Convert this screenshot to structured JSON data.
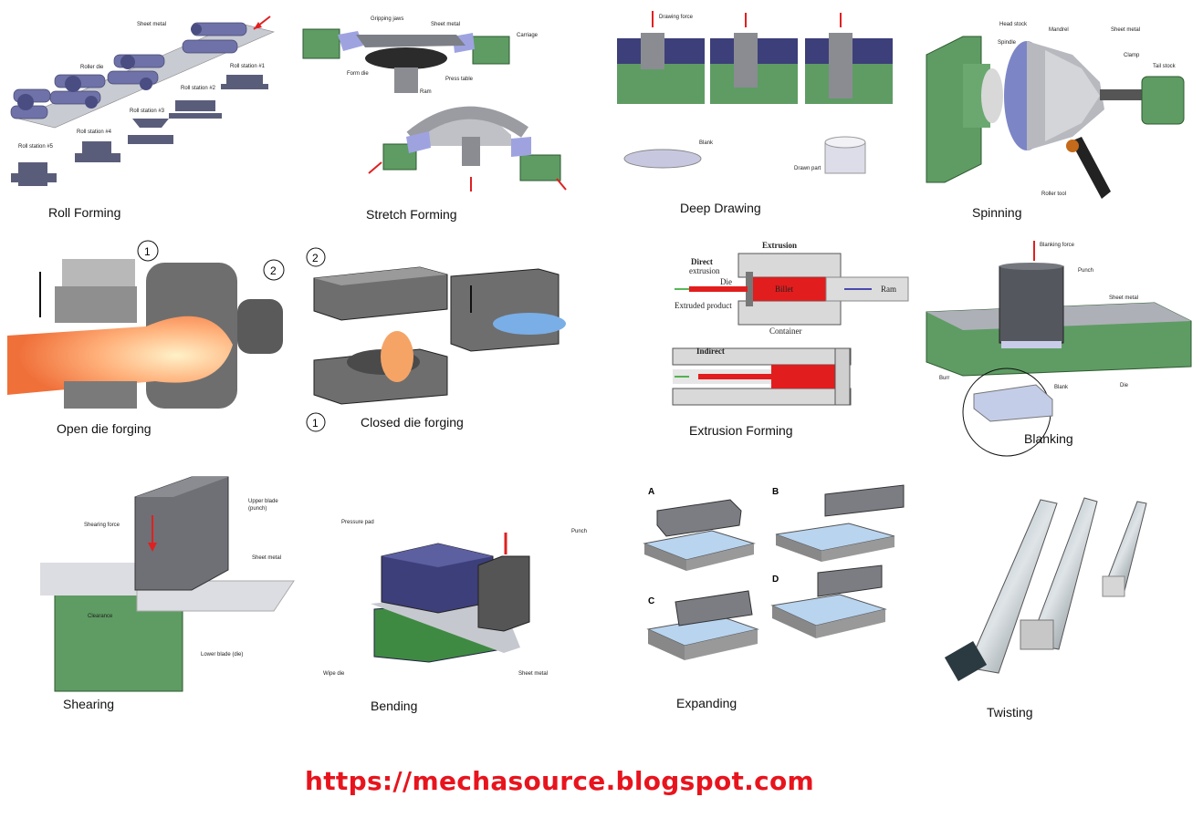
{
  "panels": {
    "roll_forming": {
      "caption": "Roll Forming",
      "labels": {
        "sheet_metal": "Sheet metal",
        "roller_die": "Roller die",
        "st1": "Roll station #1",
        "st2": "Roll station #2",
        "st3": "Roll station #3",
        "st4": "Roll station #4",
        "st5": "Roll station #5"
      }
    },
    "stretch_forming": {
      "caption": "Stretch Forming",
      "labels": {
        "gripping_jaws": "Gripping jaws",
        "sheet_metal": "Sheet metal",
        "carriage": "Carriage",
        "form_die": "Form die",
        "press_table": "Press table",
        "ram": "Ram"
      }
    },
    "deep_drawing": {
      "caption": "Deep Drawing",
      "labels": {
        "drawing_force": "Drawing force",
        "blank": "Blank",
        "drawn_part": "Drawn part"
      }
    },
    "spinning": {
      "caption": "Spinning",
      "labels": {
        "head_stock": "Head stock",
        "mandrel": "Mandrel",
        "sheet_metal": "Sheet metal",
        "spindle": "Spindle",
        "clamp": "Clamp",
        "tail_stock": "Tail stock",
        "roller_tool": "Roller tool"
      }
    },
    "open_die_forging": {
      "caption": "Open die forging",
      "labels": {
        "n1": "1",
        "n2": "2"
      }
    },
    "closed_die_forging": {
      "caption": "Closed die forging",
      "labels": {
        "n1": "1",
        "n2": "2"
      }
    },
    "extrusion_forming": {
      "caption": "Extrusion Forming",
      "labels": {
        "title": "Extrusion",
        "direct": "Direct",
        "extrusion": "extrusion",
        "die": "Die",
        "billet": "Billet",
        "ram": "Ram",
        "extruded_product": "Extruded product",
        "container": "Container",
        "indirect": "Indirect"
      }
    },
    "blanking": {
      "caption": "Blanking",
      "labels": {
        "blanking_force": "Blanking force",
        "punch": "Punch",
        "sheet_metal": "Sheet metal",
        "blank": "Blank",
        "die": "Die",
        "burr": "Burr"
      }
    },
    "shearing": {
      "caption": "Shearing",
      "labels": {
        "shearing_force": "Shearing force",
        "upper_blade": "Upper blade",
        "punch": "(punch)",
        "sheet_metal": "Sheet metal",
        "clearance": "Clearance",
        "lower_blade": "Lower blade (die)"
      }
    },
    "bending": {
      "caption": "Bending",
      "labels": {
        "pressure_pad": "Pressure pad",
        "punch": "Punch",
        "wipe_die": "Wipe die",
        "sheet_metal": "Sheet metal"
      }
    },
    "expanding": {
      "caption": "Expanding",
      "labels": {
        "a": "A",
        "b": "B",
        "c": "C",
        "d": "D"
      }
    },
    "twisting": {
      "caption": "Twisting"
    }
  },
  "footer": {
    "url": "https://mechasource.blogspot.com"
  },
  "colors": {
    "green": "#5e9c63",
    "purple": "#3d3f7a",
    "red_arrow": "#e02020",
    "url_red": "#e8141d"
  }
}
